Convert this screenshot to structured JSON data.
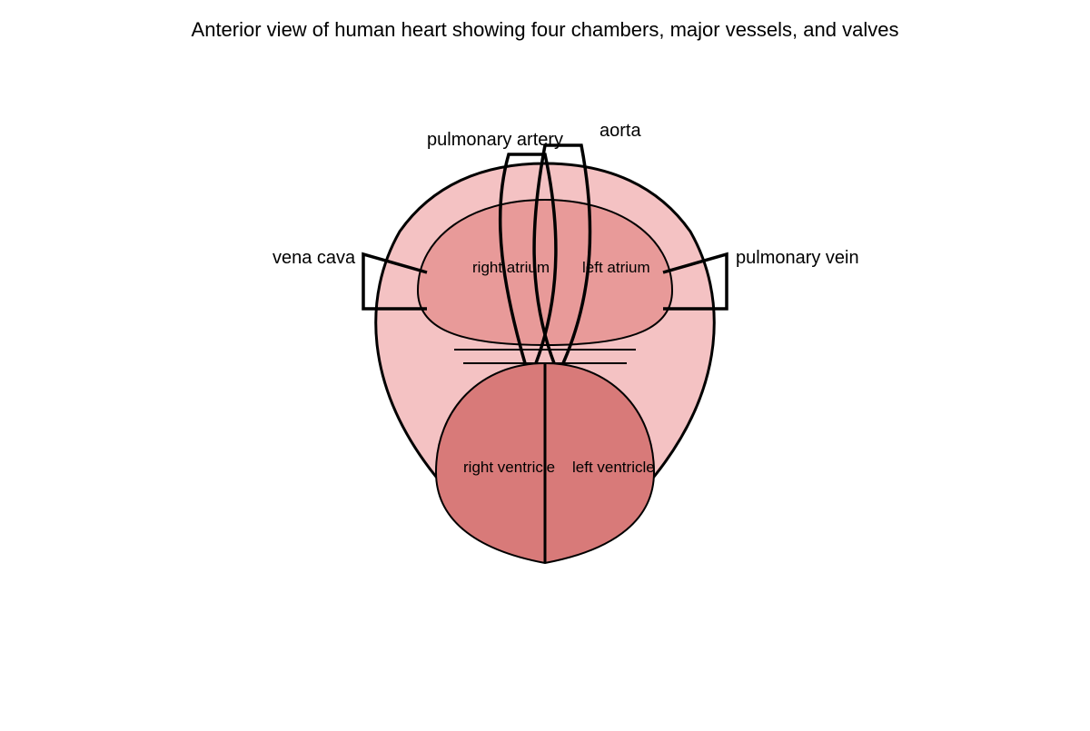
{
  "title": "Anterior view of human heart showing four chambers, major vessels, and valves",
  "labels": {
    "pulmonary_artery": "pulmonary artery",
    "aorta": "aorta",
    "vena_cava": "vena cava",
    "pulmonary_vein": "pulmonary vein",
    "right_atrium": "right atrium",
    "left_atrium": "left atrium",
    "right_ventricle": "right ventricle",
    "left_ventricle": "left ventricle"
  },
  "colors": {
    "heart_outer": "#f4c2c3",
    "atria": "#e89a99",
    "ventricles": "#d87a79",
    "stroke": "#000000"
  }
}
